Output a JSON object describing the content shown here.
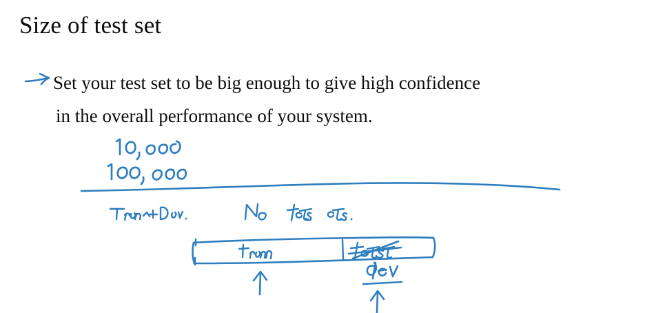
{
  "slide": {
    "title": "Size of test set",
    "bullet": {
      "marker_icon": "arrow-right-icon",
      "line1": "Set your test set to be big enough to give high confidence",
      "line2": "in the overall performance of your system."
    }
  },
  "ink": {
    "color": "#2e7ec0",
    "numbers": [
      {
        "name": "ten-thousand",
        "text": "10,000"
      },
      {
        "name": "hundred-thousand",
        "text": "100,000"
      }
    ],
    "divider_icon": "horizontal-rule-icon",
    "labels": [
      {
        "name": "train-plus-dev-label",
        "text": "Train + Dev."
      },
      {
        "name": "no-test-set-label",
        "text": "No test set."
      }
    ],
    "split_box": {
      "name": "train-test-split-box",
      "segments": [
        {
          "name": "train-segment",
          "text": "train",
          "struck": false
        },
        {
          "name": "test-segment",
          "text": "test",
          "struck": true
        }
      ]
    },
    "callouts": [
      {
        "name": "train-callout-arrow",
        "icon": "arrow-up-icon"
      },
      {
        "name": "dev-callout-label",
        "text": "dev",
        "underlined": true
      },
      {
        "name": "dev-callout-arrow",
        "icon": "arrow-up-icon"
      }
    ]
  }
}
